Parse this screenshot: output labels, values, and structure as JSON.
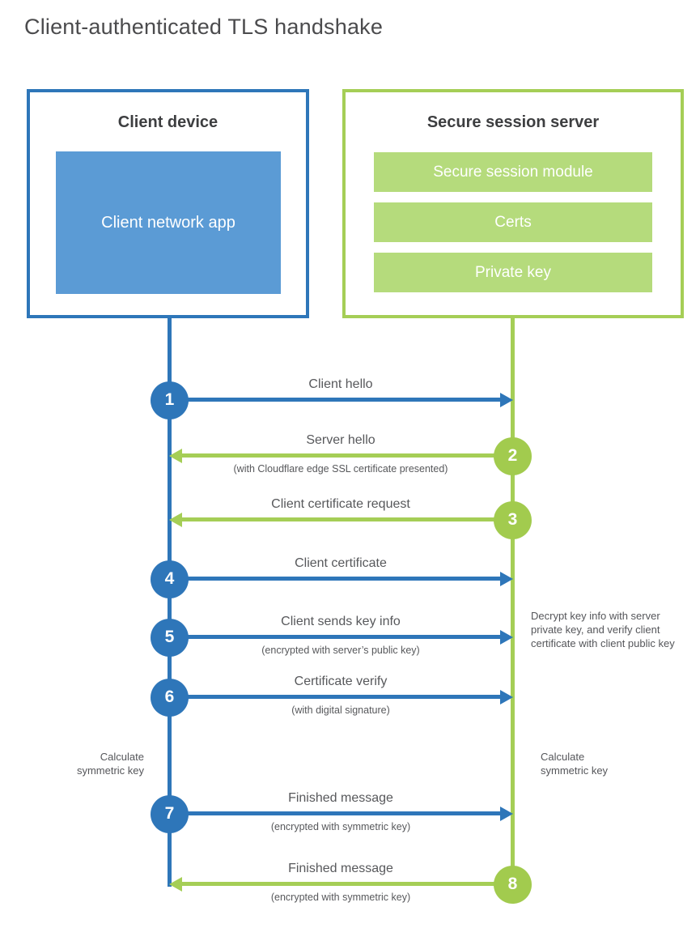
{
  "title": "Client-authenticated TLS handshake",
  "colors": {
    "client_accent": "#2e76b9",
    "client_fill": "#5b9bd5",
    "server_accent": "#a5ce56",
    "server_fill": "#b5db7c",
    "server_circle": "#a2cb4e",
    "text_dark": "#3d3e40",
    "text_gray": "#57585b"
  },
  "client_box": {
    "title": "Client device",
    "app_label": "Client network app"
  },
  "server_box": {
    "title": "Secure session server",
    "modules": [
      {
        "label": "Secure session module"
      },
      {
        "label": "Certs"
      },
      {
        "label": "Private key"
      }
    ]
  },
  "steps": [
    {
      "num": "1",
      "from": "client",
      "direction": "right",
      "label": "Client hello",
      "sublabel": ""
    },
    {
      "num": "2",
      "from": "server",
      "direction": "left",
      "label": "Server hello",
      "sublabel": "(with Cloudflare edge SSL certificate presented)"
    },
    {
      "num": "3",
      "from": "server",
      "direction": "left",
      "label": "Client certificate request",
      "sublabel": ""
    },
    {
      "num": "4",
      "from": "client",
      "direction": "right",
      "label": "Client certificate",
      "sublabel": ""
    },
    {
      "num": "5",
      "from": "client",
      "direction": "right",
      "label": "Client sends key info",
      "sublabel": "(encrypted with server’s public key)"
    },
    {
      "num": "6",
      "from": "client",
      "direction": "right",
      "label": "Certificate verify",
      "sublabel": "(with digital signature)"
    },
    {
      "num": "7",
      "from": "client",
      "direction": "right",
      "label": "Finished message",
      "sublabel": "(encrypted with symmetric key)"
    },
    {
      "num": "8",
      "from": "server",
      "direction": "left",
      "label": "Finished message",
      "sublabel": "(encrypted with symmetric key)"
    }
  ],
  "annotations": {
    "decrypt_note": "Decrypt key info with server private key, and verify client certificate with client public key",
    "calc_left": "Calculate\nsymmetric key",
    "calc_right": "Calculate\nsymmetric key"
  }
}
